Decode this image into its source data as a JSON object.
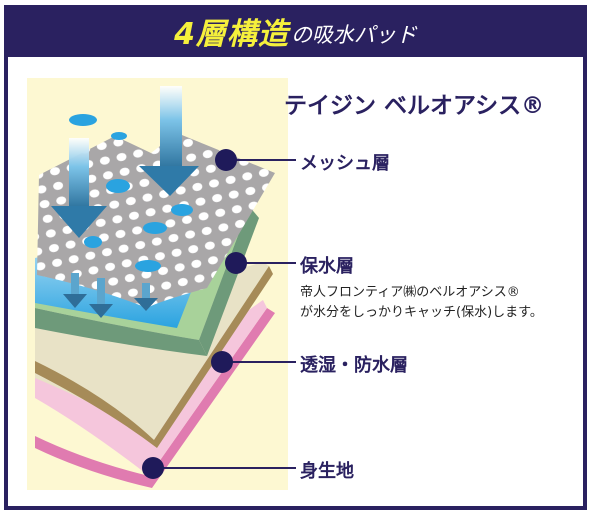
{
  "header": {
    "title_main": "4層構造",
    "title_sub": "の吸水パッド"
  },
  "brand": "テイジン ベルオアシス®",
  "layers": [
    {
      "label": "メッシュ層"
    },
    {
      "label": "保水層",
      "description_line1": "帝人フロンティア㈱のベルオアシス®",
      "description_line2": "が水分をしっかりキャッチ(保水)します。"
    },
    {
      "label": "透湿・防水層"
    },
    {
      "label": "身生地"
    }
  ],
  "colors": {
    "navy": "#2a2160",
    "title_yellow": "#f5f03c",
    "panel_cream": "#fdf8d2",
    "mesh_gray": "#a9a7a8",
    "retention_green": "#a8d29a",
    "waterproof_beige": "#e8e2c6",
    "fabric_pink": "#f5c6dc",
    "water_blue": "#3fa9e0"
  }
}
